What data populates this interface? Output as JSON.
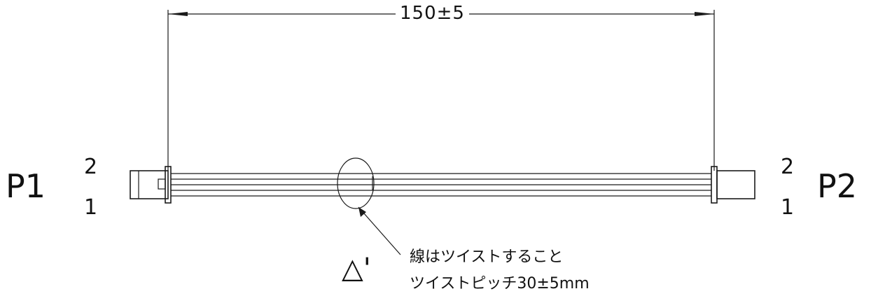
{
  "connectors": {
    "left": {
      "name": "P1",
      "pin_top": "2",
      "pin_bottom": "1"
    },
    "right": {
      "name": "P2",
      "pin_top": "2",
      "pin_bottom": "1"
    }
  },
  "dimension": {
    "length": "150±5"
  },
  "note": {
    "line1": "線はツイストすること",
    "line2": "ツイストピッチ30±5mm",
    "marker": "△'"
  }
}
